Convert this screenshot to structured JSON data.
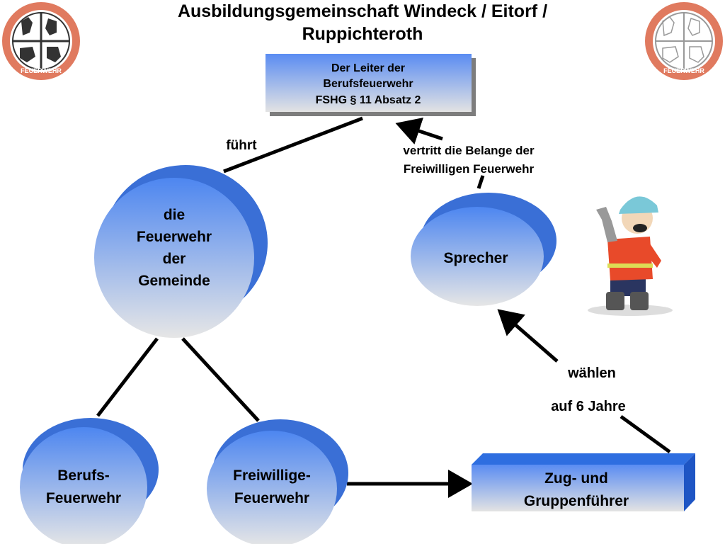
{
  "title": {
    "line1": "Ausbildungsgemeinschaft Windeck / Eitorf /",
    "line2": "Ruppichteroth"
  },
  "logo_text": "FEUERWEHR",
  "nodes": {
    "leiter": {
      "line1": "Der Leiter der",
      "line2": "Berufsfeuerwehr",
      "line3": "FSHG § 11 Absatz 2"
    },
    "gemeinde": {
      "line1": "die",
      "line2": "Feuerwehr",
      "line3": "der",
      "line4": "Gemeinde"
    },
    "sprecher": {
      "label": "Sprecher"
    },
    "berufs": {
      "line1": "Berufs-",
      "line2": "Feuerwehr"
    },
    "freiwillige": {
      "line1": "Freiwillige-",
      "line2": "Feuerwehr"
    },
    "zug": {
      "line1": "Zug- und",
      "line2": "Gruppenführer"
    }
  },
  "edges": {
    "fuehrt": "führt",
    "vertritt_line1": "vertritt die Belange der",
    "vertritt_line2": "Freiwilligen Feuerwehr",
    "waehlen": "wählen",
    "jahre": "auf 6 Jahre"
  },
  "colors": {
    "node_top": "#4d86f0",
    "node_bottom": "#e6e6e6",
    "shadow": "#3a6fd6",
    "logo_ring": "#e07a5f",
    "connector": "#000000"
  }
}
